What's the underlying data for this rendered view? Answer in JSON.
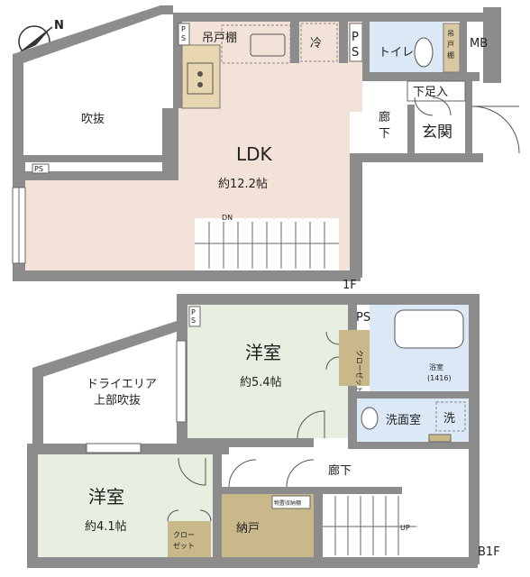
{
  "floor_1": {
    "label": "1F",
    "rooms": {
      "ldk": {
        "name": "LDK",
        "area": "約12.2帖"
      },
      "void": {
        "name": "吹抜"
      },
      "toilet": {
        "name": "トイレ"
      },
      "entrance": {
        "name": "玄関"
      },
      "hallway": {
        "name": "廊\n下",
        "line1": "廊",
        "line2": "下"
      },
      "shoe_box": {
        "name": "下足入"
      },
      "hanging_shelf": {
        "name": "吊戸棚"
      },
      "hanging_shelf_toilet": {
        "line1": "吊",
        "line2": "戸",
        "line3": "棚"
      },
      "fridge": {
        "name": "冷"
      },
      "mb": {
        "name": "MB"
      }
    },
    "ps_labels": [
      "P",
      "S"
    ],
    "ps_horizontal": "PS",
    "stairs_label": "DN"
  },
  "floor_b1": {
    "label": "B1F",
    "rooms": {
      "western_1": {
        "name": "洋室",
        "area": "約5.4帖"
      },
      "western_2": {
        "name": "洋室",
        "area": "約4.1帖"
      },
      "dry_area": {
        "line1": "ドライエリア",
        "line2": "上部吹抜"
      },
      "bath": {
        "name": "浴室",
        "size": "(1416)"
      },
      "washroom": {
        "name": "洗面室"
      },
      "washer": {
        "name": "洗"
      },
      "storage": {
        "name": "納戸"
      },
      "hallway": {
        "name": "廊下"
      },
      "closet_1": {
        "name": "クローゼット"
      },
      "closet_2": {
        "line1": "クロー",
        "line2": "ゼット"
      },
      "utility": {
        "name": "物置収納棚"
      }
    },
    "ps_label": "PS",
    "stairs_label": "UP"
  },
  "compass": {
    "label": "N"
  }
}
